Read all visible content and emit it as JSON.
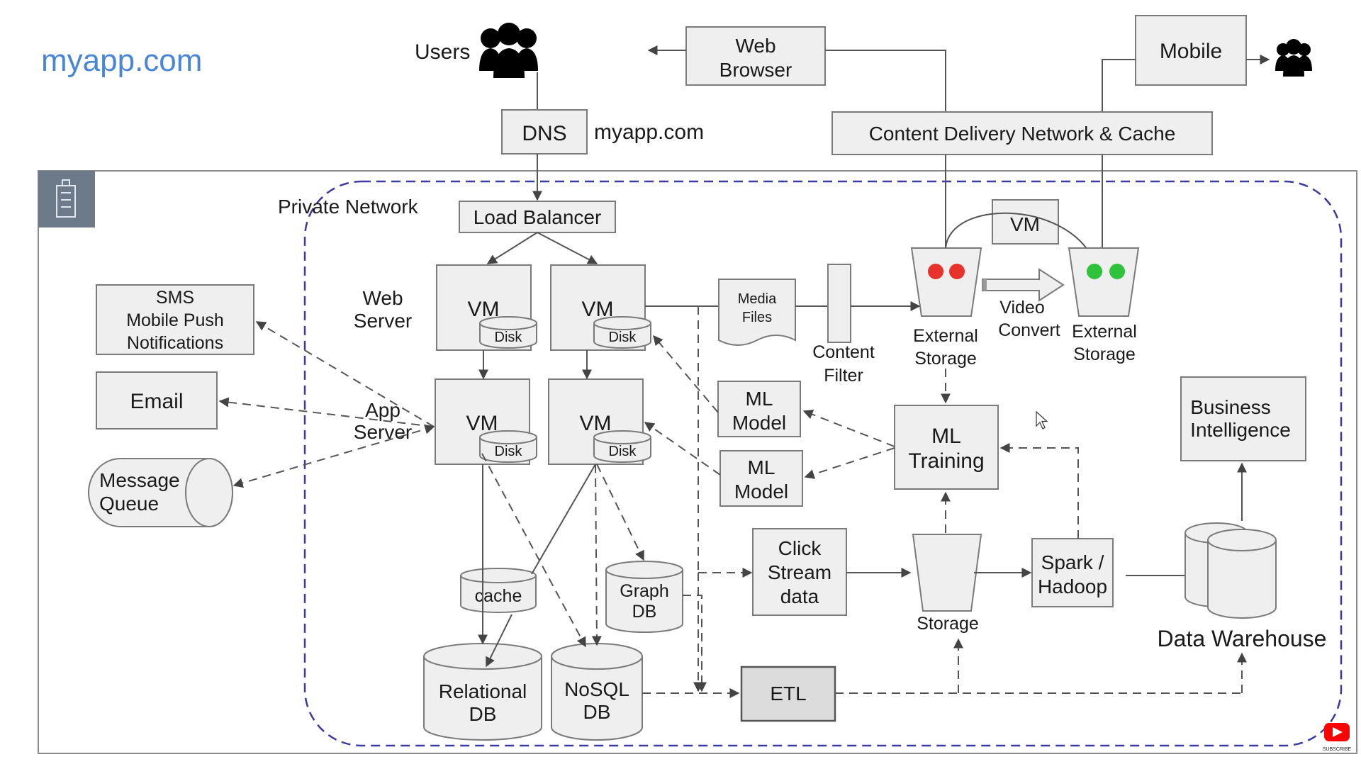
{
  "brand": "myapp.com",
  "users": "Users",
  "web_browser": [
    "Web",
    "Browser"
  ],
  "mobile": "Mobile",
  "dns": "DNS",
  "dns_domain": "myapp.com",
  "cdn": "Content Delivery Network  & Cache",
  "private_network": "Private Network",
  "load_balancer": "Load Balancer",
  "web_server": [
    "Web",
    "Server"
  ],
  "app_server": [
    "App",
    "Server"
  ],
  "vm": "VM",
  "disk": "Disk",
  "sms": [
    "SMS",
    "Mobile Push",
    "Notifications"
  ],
  "email": "Email",
  "message_queue": [
    "Message",
    "Queue"
  ],
  "media_files": [
    "Media",
    "Files"
  ],
  "content_filter": [
    "Content",
    "Filter"
  ],
  "external_storage": [
    "External",
    "Storage"
  ],
  "video_convert": [
    "Video",
    "Convert"
  ],
  "ml_model": [
    "ML",
    "Model"
  ],
  "ml_training": [
    "ML",
    "Training"
  ],
  "business_intelligence": [
    "Business",
    "Intelligence"
  ],
  "click_stream": [
    "Click",
    "Stream",
    "data"
  ],
  "storage": "Storage",
  "spark_hadoop": [
    "Spark /",
    "Hadoop"
  ],
  "data_warehouse": "Data Warehouse",
  "cache": "cache",
  "graph_db": [
    "Graph",
    "DB"
  ],
  "relational_db": [
    "Relational",
    "DB"
  ],
  "nosql_db": [
    "NoSQL",
    "DB"
  ],
  "etl": "ETL",
  "subscribe": "SUBSCRIBE",
  "colors": {
    "brand": "#4a86d6",
    "red": "#e8322c",
    "green": "#2fc23a",
    "network": "#3a3aa0",
    "building": "#6d7a8a",
    "youtube": "#ff0000"
  }
}
